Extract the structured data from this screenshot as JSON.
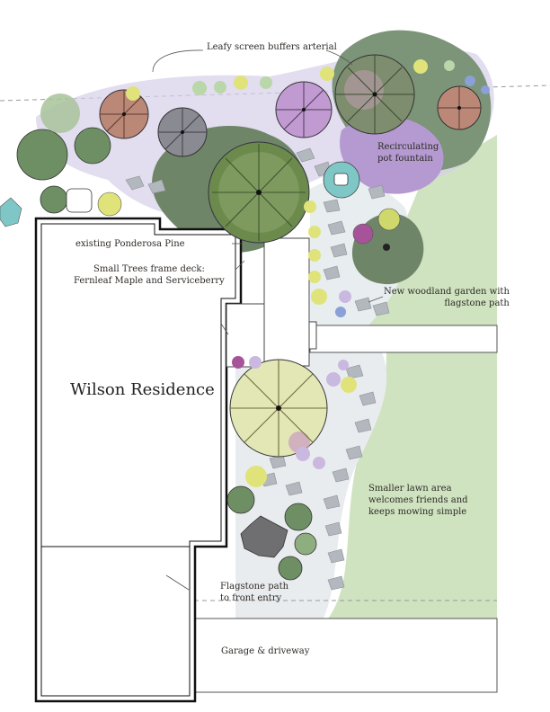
{
  "plan": {
    "residence_label": "Wilson Residence",
    "annotations": {
      "leafy_screen": "Leafy screen buffers arterial",
      "fountain": "Recirculating\npot fountain",
      "ponderosa": "existing Ponderosa Pine",
      "small_trees": "Small Trees frame deck:\nFernleaf Maple and Serviceberry",
      "woodland": "New woodland garden with\nflagstone path",
      "lawn": "Smaller lawn area\nwelcomes friends and\nkeeps mowing simple",
      "flagstone_entry": "Flagstone path\nto front entry",
      "garage": "Garage & driveway"
    }
  },
  "palette": {
    "lawn": "#cfe3c0",
    "lawn_dark": "#b9d7a8",
    "path": "#eeeff2",
    "stone": "#a9adb5",
    "tree_dark": "#6e8f63",
    "tree_mid": "#8fae7f",
    "pine": "#6c8a4c",
    "maple": "#bb8877",
    "purple": "#c29ad2",
    "lavender": "#c9b8e0",
    "teal": "#7fc7c7",
    "yellow": "#dfe37a",
    "gray_tree": "#8a8a92",
    "gold_tree": "#e3e6b5"
  }
}
